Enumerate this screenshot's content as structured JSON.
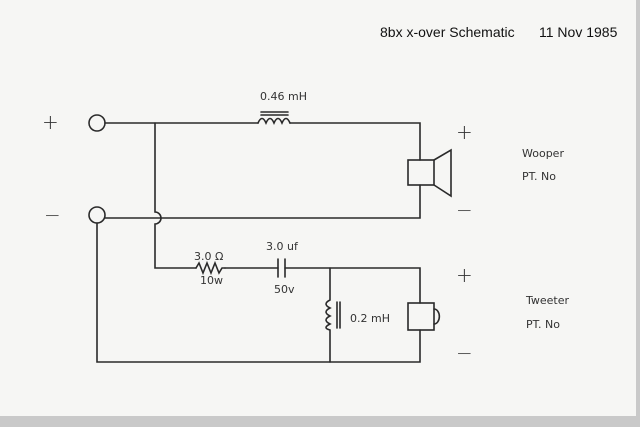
{
  "title": "8bx x-over Schematic",
  "date": "11 Nov 1985",
  "input_terminals": {
    "plus": "+",
    "minus": "−"
  },
  "woofer": {
    "name": "Wooper",
    "part": "PT. No",
    "plus": "+",
    "minus": "−",
    "inductor_label": "0.46 mH"
  },
  "tweeter": {
    "name": "Tweeter",
    "part": "PT. No",
    "plus": "+",
    "minus": "−",
    "resistor_label": "3.0 Ω",
    "resistor_rating": "10w",
    "capacitor_label": "3.0 uf",
    "capacitor_rating": "50v",
    "inductor_label": "0.2 mH"
  }
}
